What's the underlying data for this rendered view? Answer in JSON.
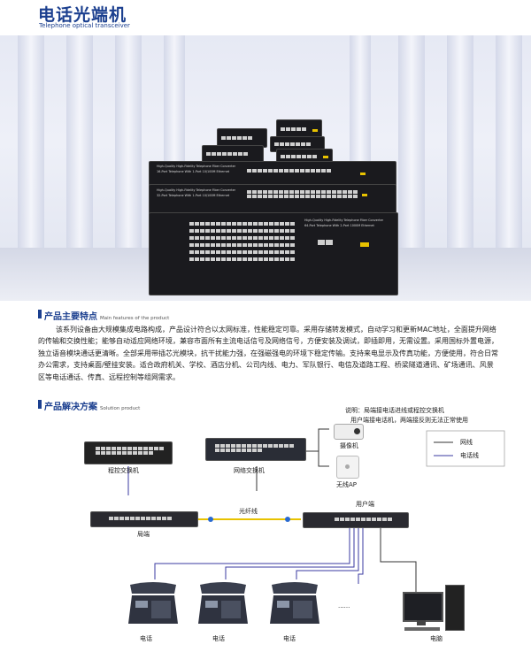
{
  "header": {
    "title": "电话光端机",
    "subtitle": "Telephone optical transceiver"
  },
  "hero": {
    "device_labels": [
      "High-Quality High-Fidelity Telephone Fiber Converter",
      "16-Port Telephone With 1-Port 10/100M Ethernet",
      "High-Quality High-Fidelity Telephone Fiber Converter",
      "32-Port Telephone With 1-Port 10/100M Ethernet",
      "High-Quality High-Fidelity Telephone Fiber Converter",
      "64-Port Telephone With 2-Port 1000M Ethernet"
    ]
  },
  "features": {
    "title": "产品主要特点",
    "subtitle": "Main features of the product",
    "text": "该系列设备由大规模集成电路构成，产品设计符合以太网标准，性能稳定可靠。采用存储转发模式，自动学习和更新MAC地址，全面提升网络的传输和交换性能；能够自动适应网络环境，兼容市面所有主流电话信号及网络信号，方便安装及调试，即插即用，无需设置。采用国标外置电源，独立语音模块通话更清晰。全部采用带插芯光模块，抗干扰能力强，在强磁强电的环境下稳定传输。支持来电显示及传真功能，方便使用，符合日常办公需求，支持桌面/壁挂安装。适合政府机关、学校、酒店分机、公司内线、电力、军队银行、电信及道路工程、桥梁隧道通讯、矿场通讯、风景区等电话通话、传真、远程控制等组网需求。"
  },
  "solution": {
    "title": "产品解决方案",
    "subtitle": "Solution product",
    "note_line1": "说明：局端接电话进线或程控交换机",
    "note_line2": "用户端接电话机，两端接反则无法正常使用",
    "pbx": "程控交换机",
    "switch": "网络交换机",
    "camera": "摄像机",
    "ap": "无线AP",
    "legend_net": "网线",
    "legend_phone": "电话线",
    "fiber": "光纤线",
    "central": "局端",
    "user": "用户端",
    "phone_label": "电话",
    "ellipsis": "......",
    "pc": "电脑"
  },
  "colors": {
    "brand_blue": "#1b3f8f",
    "net_line": "#333333",
    "phone_line": "#3a3aa0",
    "fiber": "#e8c200"
  }
}
